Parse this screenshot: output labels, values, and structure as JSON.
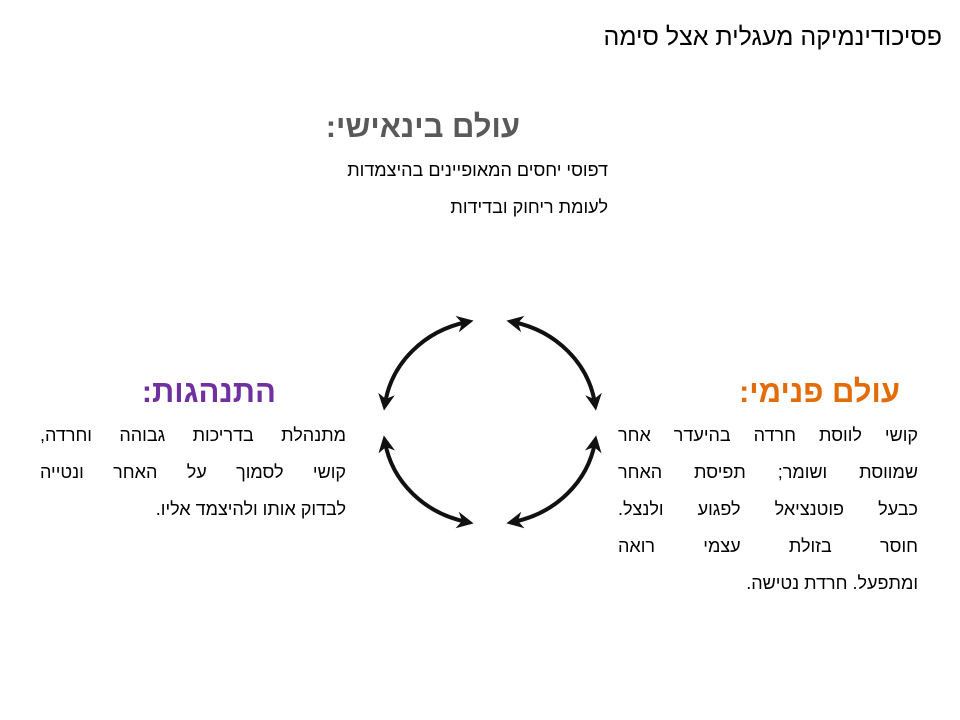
{
  "title": "פסיכודינמיקה מעגלית אצל סימה",
  "interpersonal": {
    "heading": "עולם בינאישי:",
    "lines": [
      "דפוסי יחסים המאופיינים בהיצמדות",
      "לעומת ריחוק ובדידות"
    ],
    "color": "#595959"
  },
  "inner_world": {
    "heading": "עולם פנימי:",
    "lines": [
      "קושי לווסת חרדה בהיעדר אחר",
      "שמווסת ושומר; תפיסת האחר",
      "כבעל פוטנציאל לפגוע ולנצל.",
      "חוסר בזולת עצמי רואה",
      "ומתפעל. חרדת נטישה."
    ],
    "color": "#e36c0a"
  },
  "behavior": {
    "heading": "התנהגות:",
    "lines": [
      "מתנהלת בדריכות גבוהה וחרדה,",
      "קושי לסמוך על האחר ונטייה",
      "לבדוק אותו ולהיצמד אליו."
    ],
    "color": "#7030a0"
  },
  "cycle": {
    "arrow_color": "#111111",
    "arrow_icon": "circular-double-arrows-icon"
  }
}
